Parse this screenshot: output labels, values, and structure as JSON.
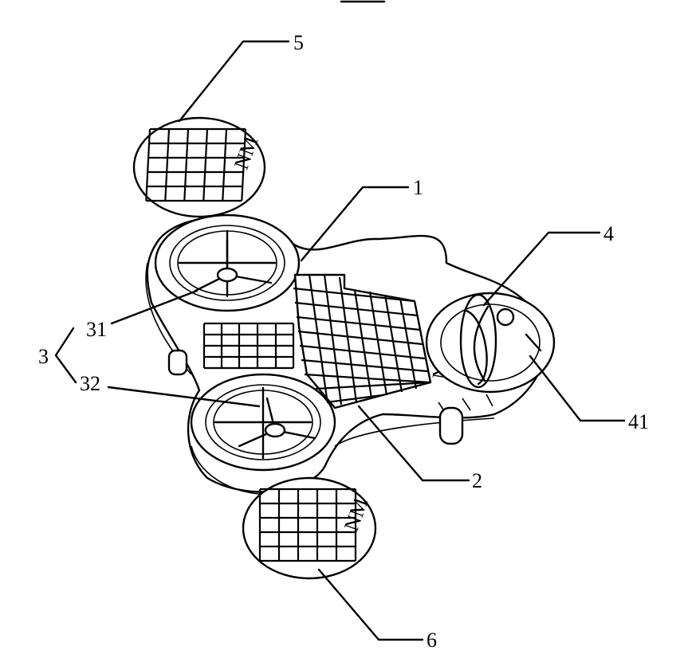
{
  "labels": {
    "body": "1",
    "main_solar_panel": "2",
    "rotor_group": "3",
    "rotor_front": "31",
    "rotor_rear": "32",
    "tail_propeller": "4",
    "tail_propeller_part": "41",
    "left_wing_panel": "5",
    "right_wing_panel": "6"
  },
  "colors": {
    "stroke": "#000000",
    "background": "#ffffff"
  }
}
